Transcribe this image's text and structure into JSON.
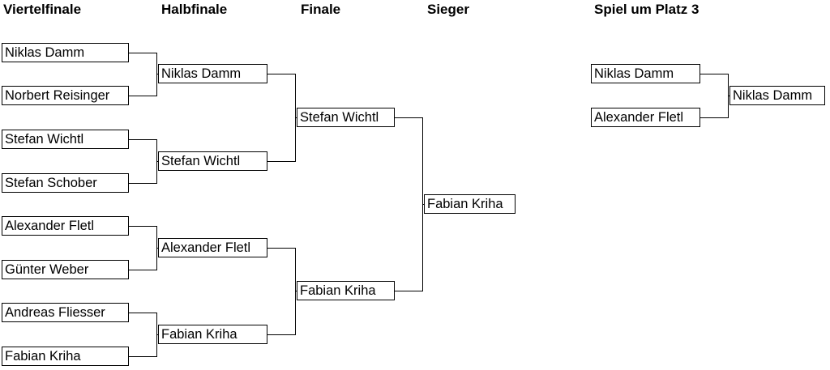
{
  "headers": {
    "quarterfinal": "Viertelfinale",
    "semifinal": "Halbfinale",
    "final": "Finale",
    "winner": "Sieger",
    "third_place": "Spiel um Platz 3"
  },
  "quarterfinals": [
    "Niklas Damm",
    "Norbert Reisinger",
    "Stefan Wichtl",
    "Stefan Schober",
    "Alexander Fletl",
    "Günter Weber",
    "Andreas Fliesser",
    "Fabian Kriha"
  ],
  "semifinals": [
    "Niklas Damm",
    "Stefan Wichtl",
    "Alexander Fletl",
    "Fabian Kriha"
  ],
  "finals": [
    "Stefan Wichtl",
    "Fabian Kriha"
  ],
  "winner": "Fabian Kriha",
  "third_place": {
    "players": [
      "Niklas Damm",
      "Alexander Fletl"
    ],
    "winner": "Niklas Damm"
  }
}
